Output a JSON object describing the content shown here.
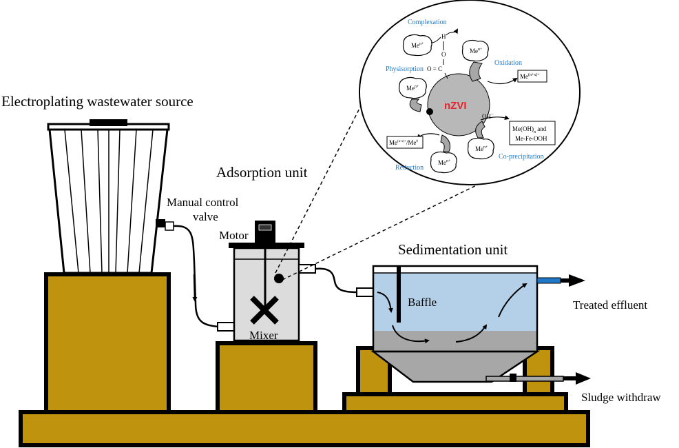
{
  "labels": {
    "source": "Electroplating wastewater source",
    "valve_line1": "Manual control",
    "valve_line2": "valve",
    "adsorption": "Adsorption unit",
    "motor": "Motor",
    "mixer": "Mixer",
    "sedimentation": "Sedimentation unit",
    "baffle": "Baffle",
    "treated": "Treated effluent",
    "sludge": "Sludge withdraw"
  },
  "mechanism": {
    "center": "nZVI",
    "complexation": "Complexation",
    "physisorption": "Physisorption",
    "oxidation": "Oxidation",
    "reduction": "Reduction",
    "coprecipitation": "Co-precipitation",
    "me_ion": "Me",
    "me_charge": "n+",
    "oxidized_base": "Me",
    "oxidized_sup": "(n+x)+",
    "reduced_base1": "Me",
    "reduced_sup1": "(n-x)+",
    "reduced_slash": "/Me",
    "reduced_sup2": "0",
    "precip_line1_a": "Me(OH)",
    "precip_line1_sub": "n",
    "precip_line1_b": " and",
    "precip_line2": "Me-Fe-OOH",
    "hydroxide": "OH",
    "hydroxide_sup": "−",
    "h_atom": "H",
    "o_atom": "O",
    "oc_group": "O = C"
  },
  "colors": {
    "wood": "#bf930d",
    "water": "#b4cfe8",
    "sludge": "#a7a7a7",
    "mixer_liquid": "#dcdcdc",
    "nzvi": "#b8b8b8",
    "mechanism_text": "#1f78c8",
    "nzvi_text": "#e8232c"
  }
}
